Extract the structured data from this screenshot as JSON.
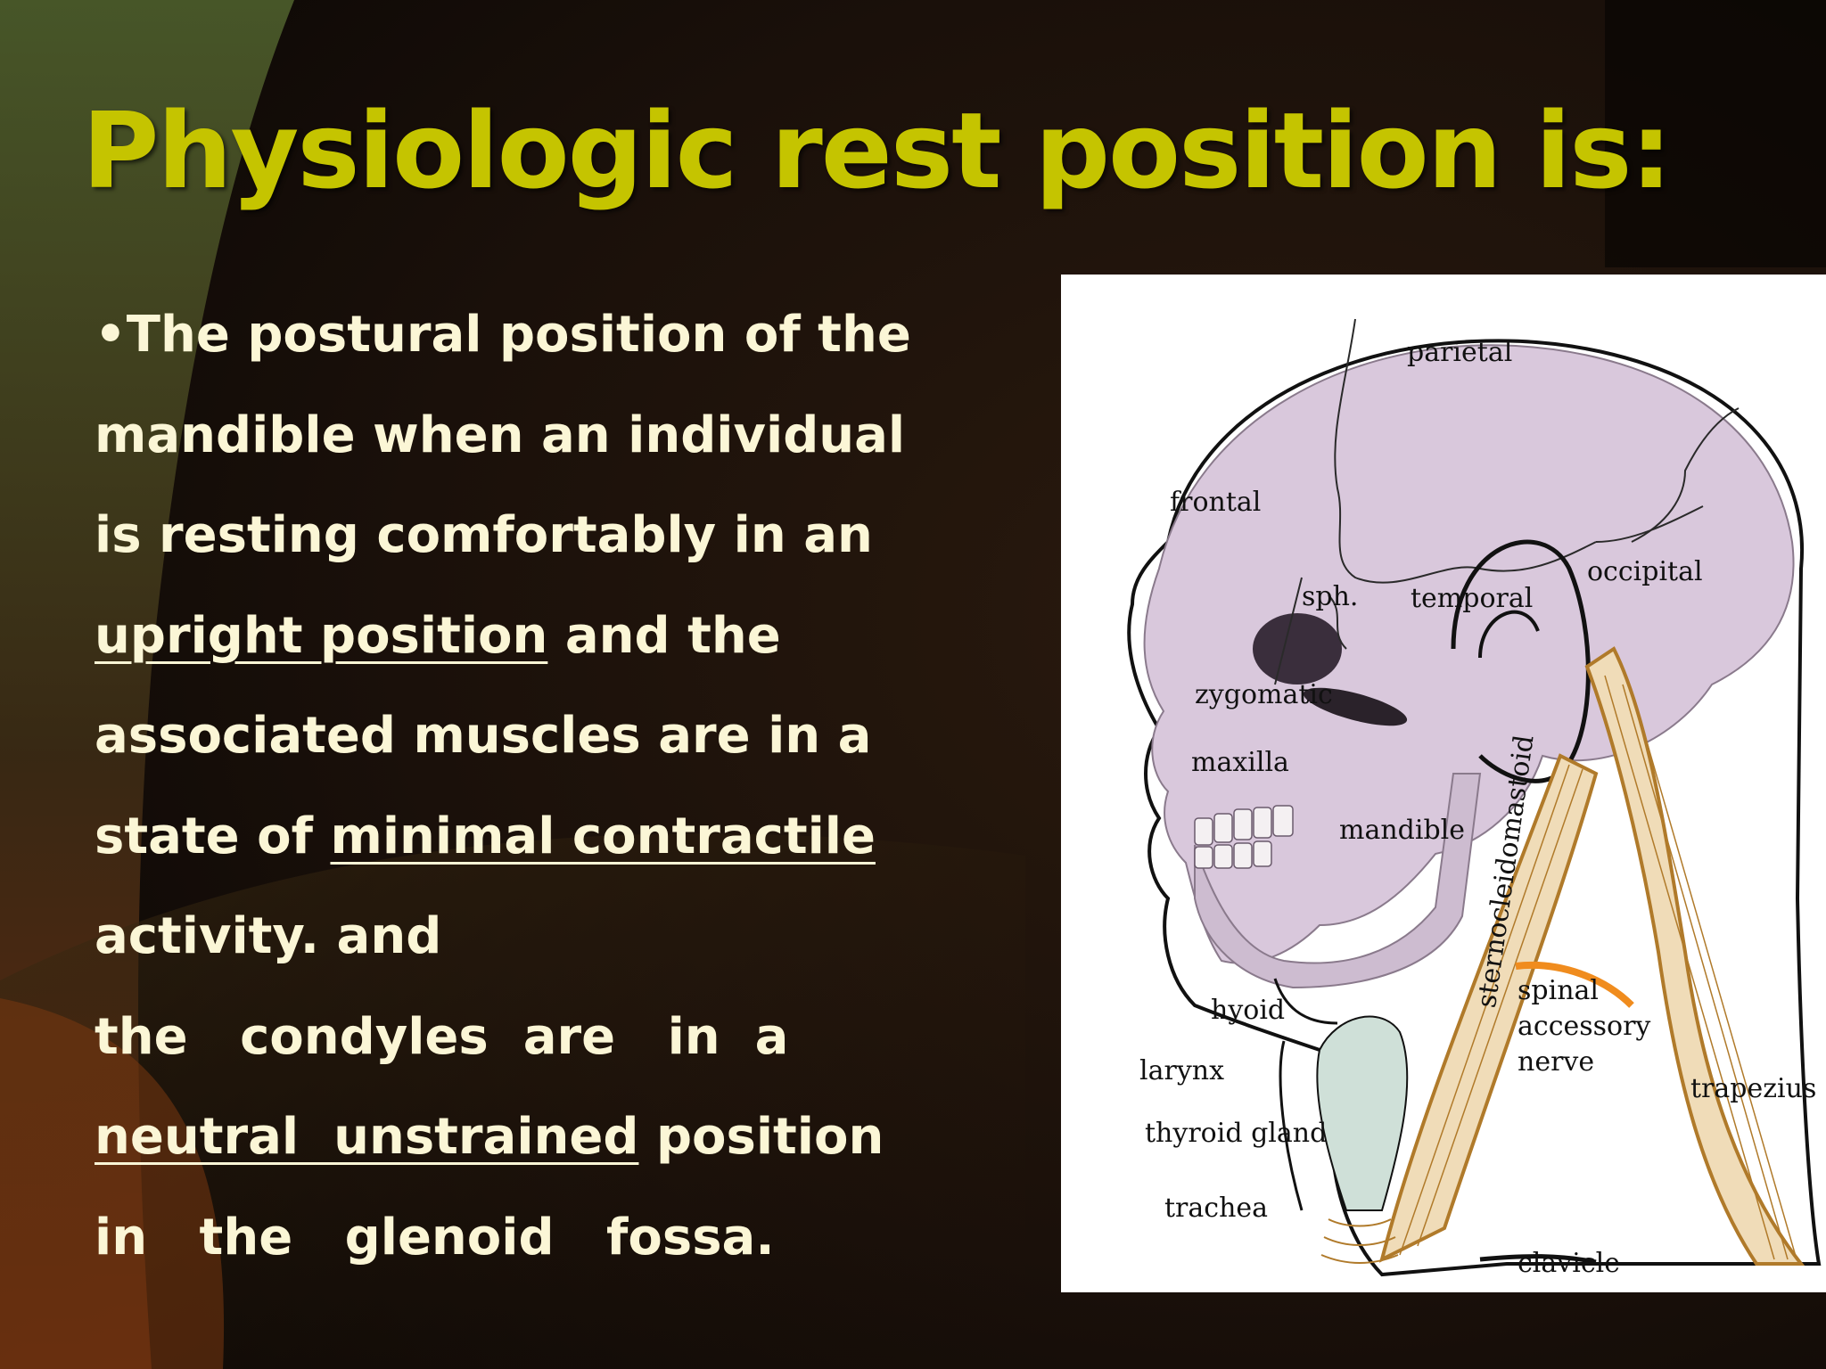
{
  "slide": {
    "title": "Physiologic rest position is:",
    "lines": [
      {
        "parts": [
          {
            "text": "•The postural position of the"
          }
        ]
      },
      {
        "parts": [
          {
            "text": "mandible when an individual"
          }
        ]
      },
      {
        "parts": [
          {
            "text": "is resting comfortably in an"
          }
        ]
      },
      {
        "parts": [
          {
            "text": "upright position",
            "underline": true
          },
          {
            "text": " and the"
          }
        ]
      },
      {
        "parts": [
          {
            "text": "associated muscles are in a"
          }
        ]
      },
      {
        "parts": [
          {
            "text": "state of "
          },
          {
            "text": "minimal contractile",
            "underline": true
          }
        ]
      },
      {
        "parts": [
          {
            "text": "activity. and"
          }
        ]
      },
      {
        "parts": [
          {
            "text": "the   condyles  are   in  a"
          }
        ]
      },
      {
        "parts": [
          {
            "text": "neutral  unstrained",
            "underline": true
          },
          {
            "text": " position"
          }
        ]
      },
      {
        "parts": [
          {
            "text": "in   the   glenoid   fossa."
          }
        ]
      }
    ]
  },
  "figure": {
    "labels": {
      "parietal": "parietal",
      "frontal": "frontal",
      "occipital": "occipital",
      "sph": "sph.",
      "temporal": "temporal",
      "zygomatic": "zygomatic",
      "maxilla": "maxilla",
      "mandible": "mandible",
      "sternocleidomastoid": "sternocleidomastoid",
      "hyoid": "hyoid",
      "spinal_accessory_nerve": [
        "spinal",
        "accessory",
        "nerve"
      ],
      "larynx": "larynx",
      "thyroid_gland": "thyroid gland",
      "trapezius": "trapezius",
      "trachea": "trachea",
      "clavicle": "clavicle"
    }
  },
  "colors": {
    "title": "#c5c400",
    "body_text": "#fbf6d6",
    "skull": "#d9c8dc",
    "muscle": "#f0dcb8",
    "muscle_outline": "#b07a2a",
    "nerve": "#f08c1e",
    "thyroid": "#cfe0d8"
  }
}
